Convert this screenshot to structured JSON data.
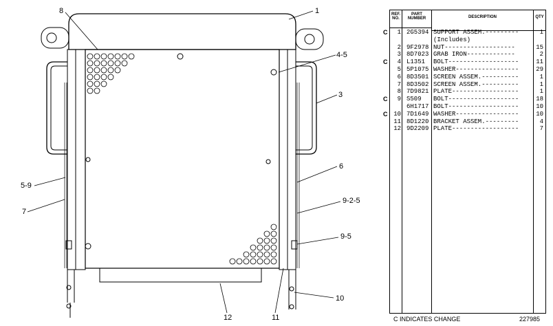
{
  "callouts": [
    "1",
    "8",
    "4-5",
    "3",
    "6",
    "5-9",
    "7",
    "9-2-5",
    "9-5",
    "10",
    "12",
    "11"
  ],
  "table": {
    "headers": {
      "ref": "REF. NO.",
      "part": "PART NUMBER",
      "desc": "DESCRIPTION",
      "qty": "QTY"
    },
    "rows": [
      {
        "c": "C",
        "ref": "1",
        "part": "2G5394",
        "desc": "SUPPORT ASSEM.---------",
        "qty": "1"
      },
      {
        "c": "",
        "ref": "",
        "part": "",
        "desc": "(Includes)",
        "qty": ""
      },
      {
        "c": "",
        "ref": "2",
        "part": "9F2978",
        "desc": "  NUT-------------------",
        "qty": "15"
      },
      {
        "c": "",
        "ref": "3",
        "part": "8D7023",
        "desc": "  GRAB IRON-------------",
        "qty": "2"
      },
      {
        "c": "C",
        "ref": "4",
        "part": "L1351",
        "desc": "BOLT-------------------",
        "qty": "11"
      },
      {
        "c": "",
        "ref": "5",
        "part": "5P1075",
        "desc": "WASHER-----------------",
        "qty": "29"
      },
      {
        "c": "",
        "ref": "6",
        "part": "8D3501",
        "desc": "SCREEN ASSEM.----------",
        "qty": "1"
      },
      {
        "c": "",
        "ref": "7",
        "part": "8D3502",
        "desc": "SCREEN ASSEM.----------",
        "qty": "1"
      },
      {
        "c": "",
        "ref": "8",
        "part": "7D9821",
        "desc": "PLATE------------------",
        "qty": "1"
      },
      {
        "c": "C",
        "ref": "9",
        "part": "S509",
        "desc": "BOLT-------------------",
        "qty": "18"
      },
      {
        "c": "",
        "ref": "",
        "part": "6H1717",
        "desc": "BOLT-------------------",
        "qty": "10"
      },
      {
        "c": "C",
        "ref": "10",
        "part": "7D1649",
        "desc": "WASHER-----------------",
        "qty": "10"
      },
      {
        "c": "",
        "ref": "11",
        "part": "8D1220",
        "desc": "BRACKET ASSEM.---------",
        "qty": "4"
      },
      {
        "c": "",
        "ref": "12",
        "part": "9D2209",
        "desc": "PLATE------------------",
        "qty": "7"
      }
    ]
  },
  "footer_note": "C INDICATES CHANGE",
  "drawing_number": "227985"
}
